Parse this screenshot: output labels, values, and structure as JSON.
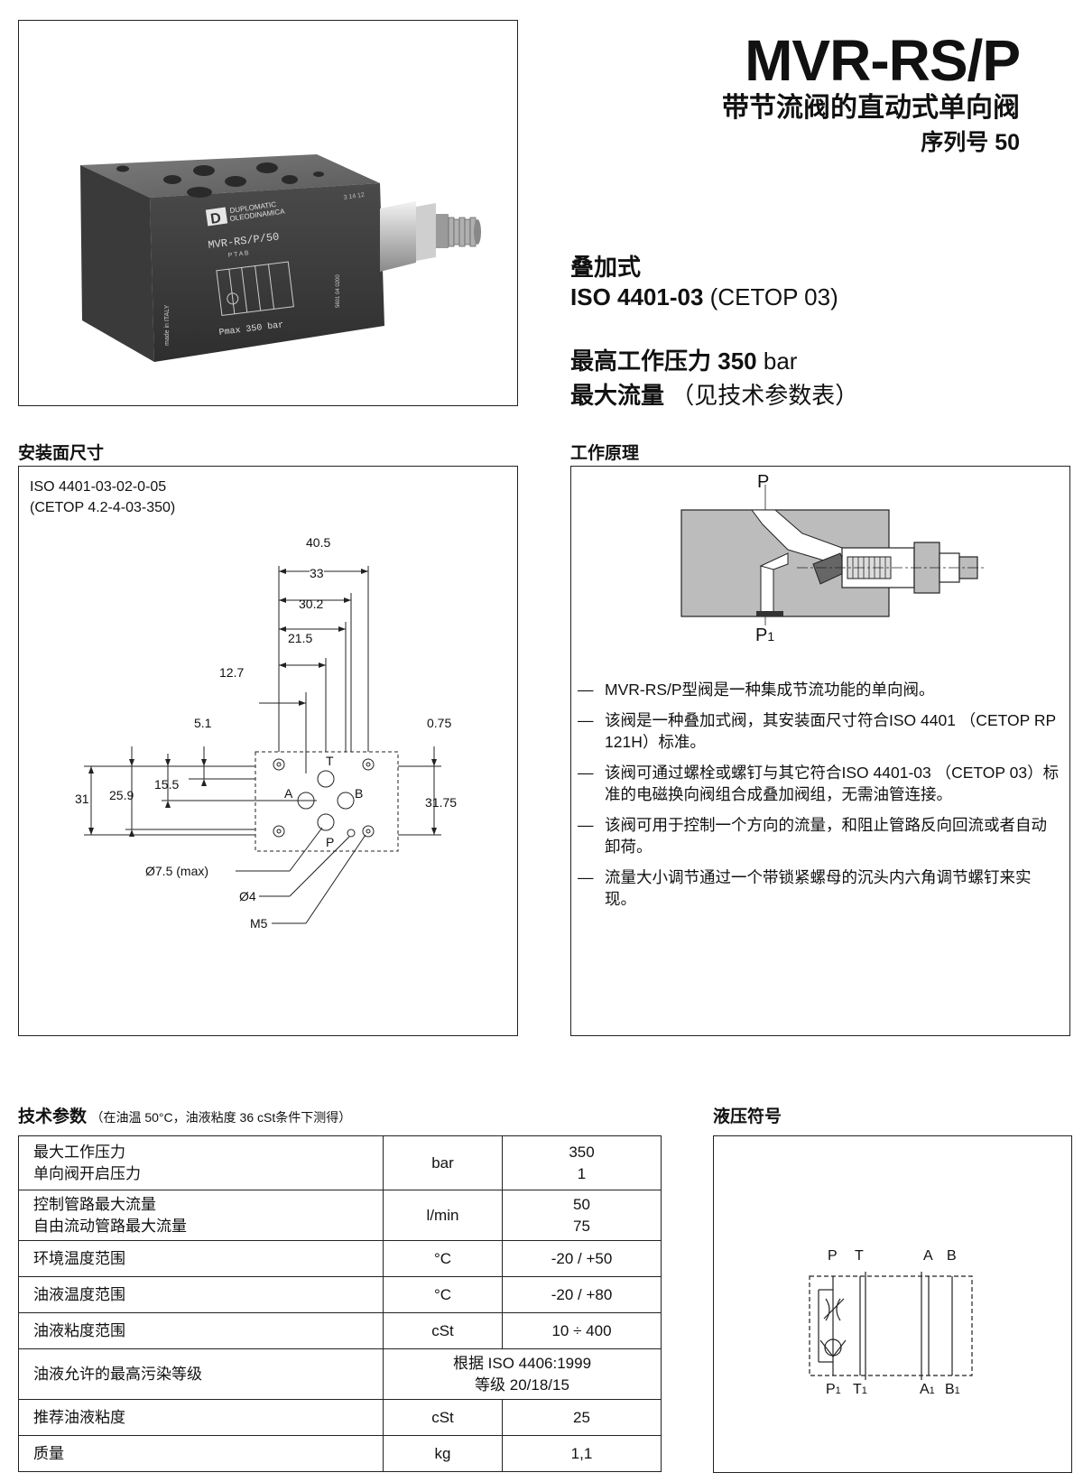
{
  "header": {
    "title": "MVR-RS/P",
    "subtitle": "带节流阀的直动式单向阀",
    "series_label": "序列号",
    "series_number": "50"
  },
  "features": {
    "mount_type": "叠加式",
    "iso_bold": "ISO 4401-03",
    "iso_rest": " (CETOP 03)",
    "pressure_label": "最高工作压力",
    "pressure_value": "350",
    "pressure_unit": " bar",
    "flow_label": "最大流量",
    "flow_note": "（见技术参数表）"
  },
  "photo": {
    "brand_line1": "DUPLOMATIC",
    "brand_line2": "OLEODINAMICA",
    "model_plate": "MVR-RS/P/50",
    "plate_ports": "P T A B",
    "plate_pmax": "Pmax 350 bar",
    "plate_made": "made in ITALY",
    "plate_code": "5601 04 0200",
    "plate_mark": "3 14 12"
  },
  "mounting": {
    "section_title": "安装面尺寸",
    "standard_line1": "ISO 4401-03-02-0-05",
    "standard_line2": "(CETOP 4.2-4-03-350)",
    "dims_top": [
      "40.5",
      "33",
      "30.2",
      "21.5",
      "12.7"
    ],
    "dims_left": [
      "5.1",
      "15.5",
      "31",
      "25.9"
    ],
    "dims_right": [
      "0.75",
      "31.75"
    ],
    "port_labels": [
      "T",
      "A",
      "B",
      "P"
    ],
    "callouts": [
      "Ø7.5 (max)",
      "Ø4",
      "M5"
    ]
  },
  "principle": {
    "section_title": "工作原理",
    "port_top": "P",
    "port_bottom": "P",
    "port_bottom_sub": "1",
    "bullets": [
      "MVR-RS/P型阀是一种集成节流功能的单向阀。",
      "该阀是一种叠加式阀，其安装面尺寸符合ISO 4401 （CETOP RP 121H）标准。",
      "该阀可通过螺栓或螺钉与其它符合ISO 4401-03 （CETOP 03）标准的电磁换向阀组合成叠加阀组，无需油管连接。",
      "该阀可用于控制一个方向的流量，和阻止管路反向回流或者自动卸荷。",
      "流量大小调节通过一个带锁紧螺母的沉头内六角调节螺钉来实现。"
    ],
    "dash": "—"
  },
  "tech": {
    "section_title": "技术参数",
    "section_note": "（在油温 50°C，油液粘度 36 cSt条件下测得）",
    "rows": [
      {
        "name1": "最大工作压力",
        "name2": "单向阀开启压力",
        "unit": "bar",
        "val1": "350",
        "val2": "1"
      },
      {
        "name1": "控制管路最大流量",
        "name2": "自由流动管路最大流量",
        "unit": "l/min",
        "val1": "50",
        "val2": "75"
      },
      {
        "name1": "环境温度范围",
        "unit": "°C",
        "val1": "-20 / +50"
      },
      {
        "name1": "油液温度范围",
        "unit": "°C",
        "val1": "-20 / +80"
      },
      {
        "name1": "油液粘度范围",
        "unit": "cSt",
        "val1": "10 ÷ 400"
      },
      {
        "name1": "油液允许的最高污染等级",
        "span1": "根据 ISO 4406:1999",
        "span2": "等级 20/18/15"
      },
      {
        "name1": "推荐油液粘度",
        "unit": "cSt",
        "val1": "25"
      },
      {
        "name1": "质量",
        "unit": "kg",
        "val1": "1,1"
      }
    ]
  },
  "symbol": {
    "section_title": "液压符号",
    "top_labels": [
      "P",
      "T",
      "A",
      "B"
    ],
    "bottom_labels": [
      "P",
      "T",
      "A",
      "B"
    ],
    "bottom_sub": "1"
  }
}
